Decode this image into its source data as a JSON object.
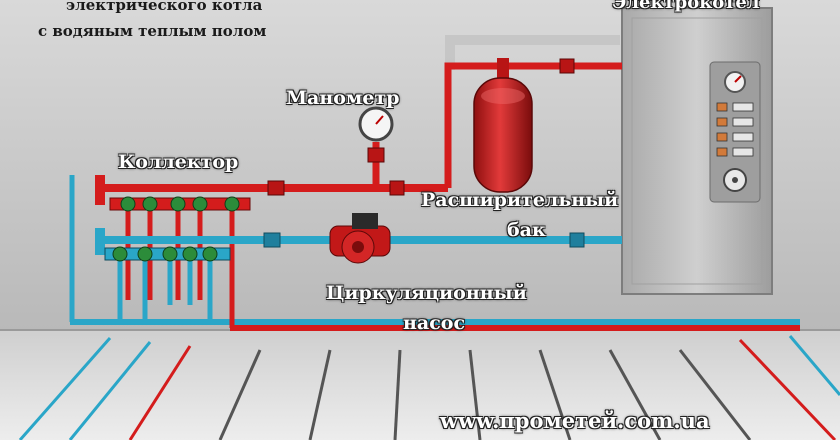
{
  "title": {
    "line1": "электрического котла",
    "line2": "с водяным теплым полом"
  },
  "labels": {
    "boiler": "Электрокотел",
    "manometer": "Манометр",
    "collector": "Коллектор",
    "expansion_tank_line1": "Расширительный",
    "expansion_tank_line2": "бак",
    "pump_line1": "Циркуляционный",
    "pump_line2": "насос"
  },
  "watermark": "www.прометей.com.ua",
  "colors": {
    "supply_pipe": "#d41c1c",
    "return_pipe": "#2aa6c8",
    "wall": "#c8c8c8",
    "floor": "#e2e2e2",
    "boiler_body": "#b9b9b9",
    "tank": "#c21818"
  }
}
